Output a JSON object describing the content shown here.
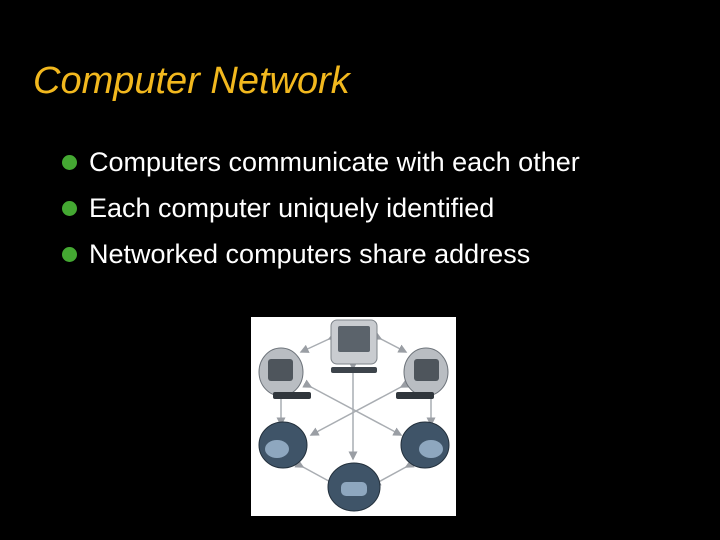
{
  "slide": {
    "title": "Computer Network",
    "bullets": [
      {
        "text": "Computers communicate with each other"
      },
      {
        "text": "Each computer uniquely identified"
      },
      {
        "text": "Networked computers share address"
      }
    ]
  },
  "figure": {
    "description_icon": "networked-computers-illustration"
  },
  "colors": {
    "background": "#000000",
    "title": "#f2b81e",
    "text": "#ffffff",
    "bullet": "#44a832"
  }
}
